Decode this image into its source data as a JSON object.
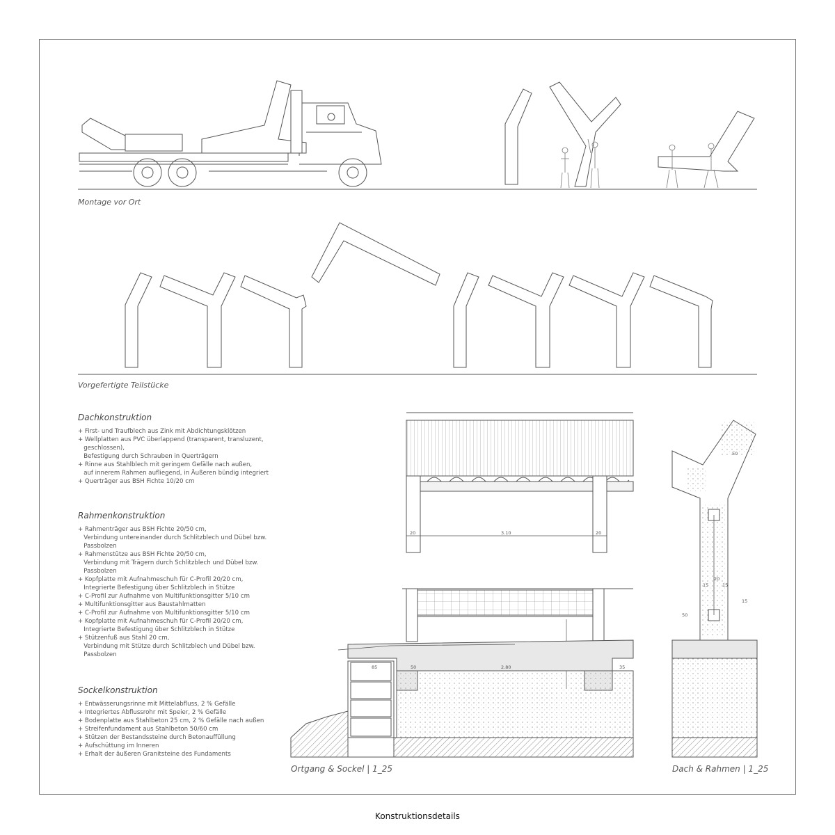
{
  "captions": {
    "assembly": "Montage vor Ort",
    "prefab": "Vorgefertigte Teilstücke",
    "detail_left": "Ortgang & Sockel | 1_25",
    "detail_right": "Dach & Rahmen | 1_25"
  },
  "sections": [
    {
      "heading": "Dachkonstruktion",
      "items": [
        "+ First- und Traufblech aus Zink mit Abdichtungsklötzen",
        "+ Wellplatten aus PVC überlappend (transparent, transluzent,",
        "   geschlossen),",
        "   Befestigung durch Schrauben in Querträgern",
        "+ Rinne aus Stahlblech mit geringem Gefälle nach außen,",
        "   auf innerem Rahmen aufliegend, in Äußeren bündig integriert",
        "+ Querträger aus BSH Fichte 10/20 cm"
      ]
    },
    {
      "heading": "Rahmenkonstruktion",
      "items": [
        "+ Rahmenträger aus BSH Fichte 20/50 cm,",
        "   Verbindung untereinander durch Schlitzblech und Dübel bzw.",
        "   Passbolzen",
        "+ Rahmenstütze aus BSH Fichte 20/50 cm,",
        "   Verbindung mit Trägern durch Schlitzblech und Dübel bzw.",
        "   Passbolzen",
        "+ Kopfplatte mit Aufnahmeschuh für C-Profil 20/20 cm,",
        "   Integrierte Befestigung über Schlitzblech in Stütze",
        "+ C-Profil zur Aufnahme von Multifunktionsgitter 5/10 cm",
        "+ Multifunktionsgitter aus Baustahlmatten",
        "+ C-Profil zur Aufnahme von Multifunktionsgitter 5/10 cm",
        "+ Kopfplatte mit Aufnahmeschuh für C-Profil 20/20 cm,",
        "   Integrierte Befestigung über Schlitzblech in Stütze",
        "+ Stützenfuß aus Stahl 20 cm,",
        "   Verbindung mit Stütze durch Schlitzblech und Dübel bzw.",
        "   Passbolzen"
      ]
    },
    {
      "heading": "Sockelkonstruktion",
      "items": [
        "+ Entwässerungsrinne mit Mittelabfluss, 2 % Gefälle",
        "+ Integriertes Abflussrohr mit Speier, 2 % Gefälle",
        "+ Bodenplatte aus Stahlbeton 25 cm, 2 % Gefälle nach außen",
        "+ Streifenfundament aus Stahlbeton 50/60 cm",
        "+ Stützen der Bestandssteine durch Betonauffüllung",
        "+ Aufschüttung im Inneren",
        "+ Erhalt der äußeren Granitsteine des Fundaments"
      ]
    }
  ],
  "dimensions": {
    "d20a": "20",
    "d310": "3.10",
    "d20b": "20",
    "d85": "85",
    "d50a": "50",
    "d280": "2.80",
    "d35": "35",
    "d50b": "50",
    "d15a": "15",
    "d15b": "15",
    "d20c": "20",
    "d50c": "50",
    "d15c": "15"
  },
  "footer": "Konstruktionsdetails",
  "colors": {
    "line": "#555555",
    "light": "#e8e8e8",
    "frame": "#777777"
  }
}
